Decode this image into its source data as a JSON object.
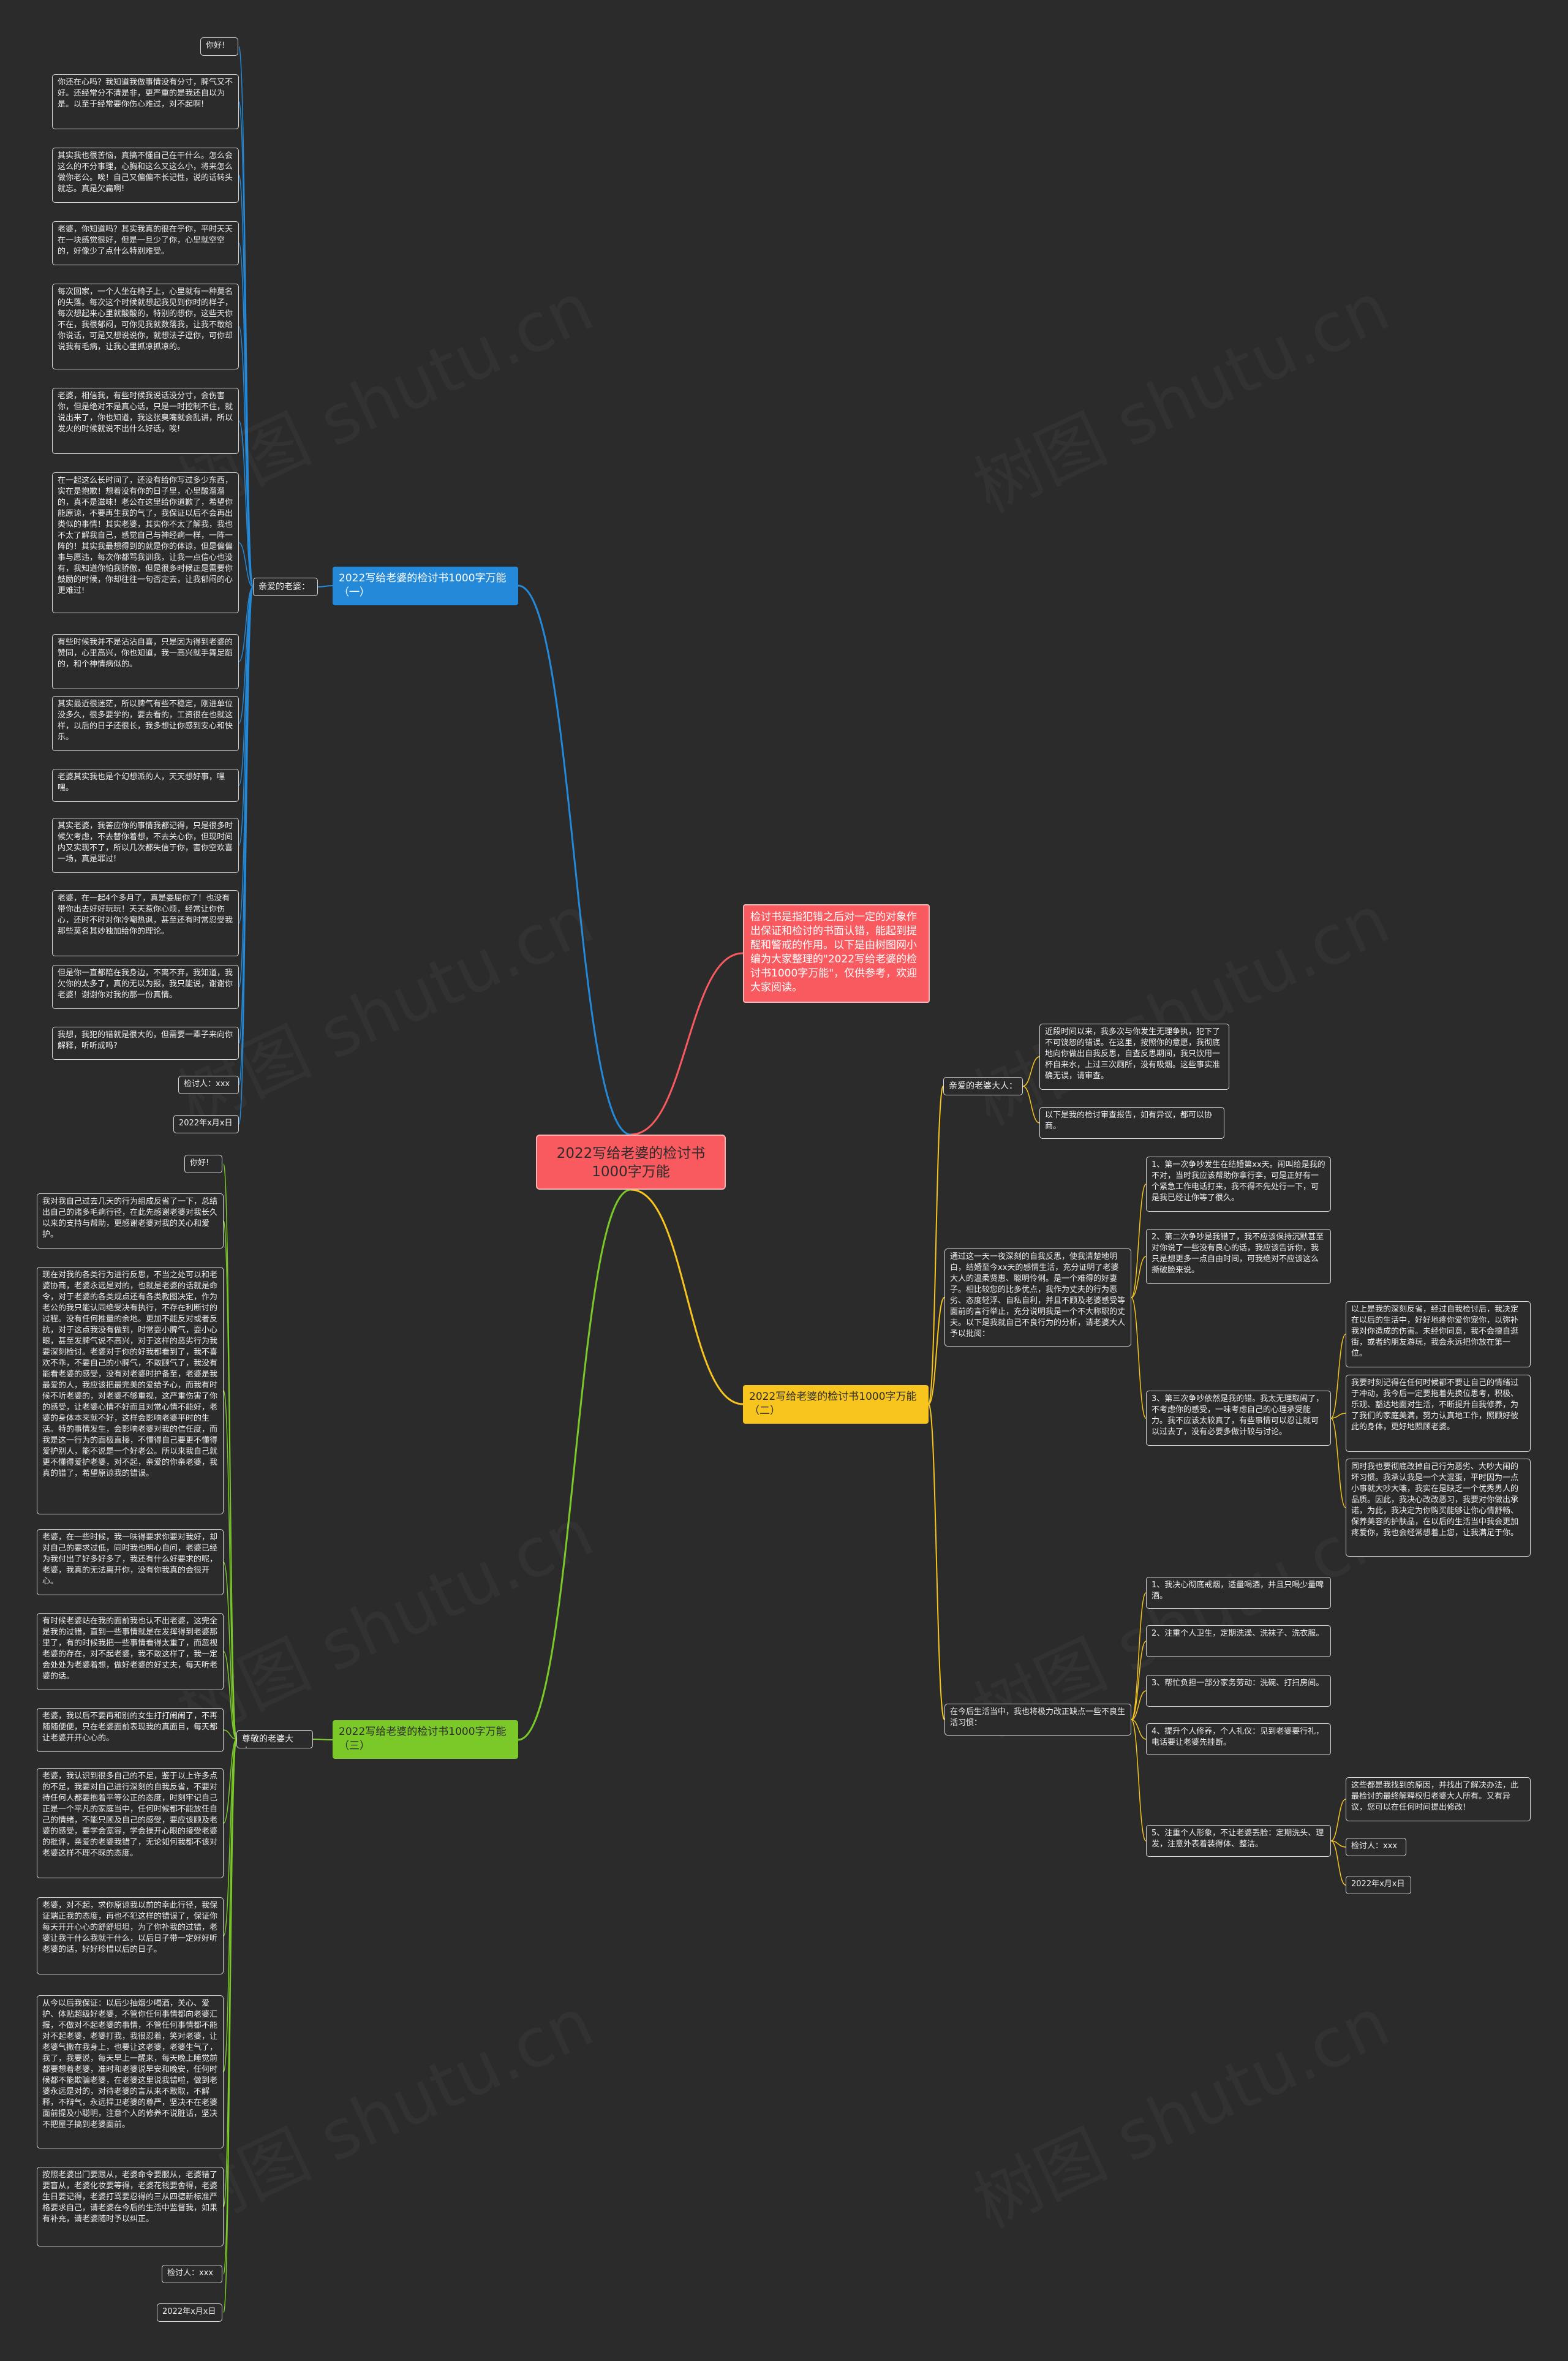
{
  "colors": {
    "background": "#2b2b2b",
    "central": "#f95a5f",
    "branch_blue": "#2389d8",
    "branch_red": "#f95a5f",
    "branch_yellow": "#f7c51e",
    "branch_green": "#7ac928",
    "leaf_border": "#d9d9d9"
  },
  "central": "2022写给老婆的检讨书1000字万能",
  "branch1": {
    "title": "2022写给老婆的检讨书1000字万能（一）",
    "sub": "亲爱的老婆：",
    "greeting": "你好!",
    "items": [
      "你还在心吗？我知道我做事情没有分寸，脾气又不好。还经常分不清是非，更严重的是我还自以为是。以至于经常要你伤心难过，对不起啊!",
      "其实我也很苦恼，真搞不懂自己在干什么。怎么会这么的不分事理，心胸和这么又这么小，将来怎么做你老公。唉！自己又偏偏不长记性，说的话转头就忘。真是欠扁啊!",
      "老婆，你知道吗？其实我真的很在乎你，平时天天在一块感觉很好，但是一旦少了你，心里就空空的，好像少了点什么特别难受。",
      "每次回家，一个人坐在椅子上，心里就有一种莫名的失落。每次这个时候就想起我见到你时的样子，每次想起来心里就酸酸的，特别的想你，这些天你不在，我很郁闷，可你见我就数落我，让我不敢给你说话，可是又想说说你，就想法子逗你，可你却说我有毛病，让我心里抓凉抓凉的。",
      "老婆，相信我，有些时候我说话没分寸，会伤害你，但是绝对不是真心话，只是一时控制不住，就说出来了，你也知道，我这张臭嘴就会乱讲，所以发火的时候就说不出什么好话，唉!",
      "在一起这么长时间了，还没有给你写过多少东西，实在是抱歉！想着没有你的日子里，心里酸溜溜的，真不是滋味！老公在这里给你道歉了，希望你能原谅，不要再生我的气了，我保证以后不会再出类似的事情！其实老婆，其实你不太了解我，我也不太了解我自己，感觉自己与神经病一样，一阵一阵的！其实我最想得到的就是你的体谅，但是偏偏事与愿违，每次你都骂我训我，让我一点信心也没有，我知道你怕我骄傲，但是很多时候正是需要你鼓励的时候，你却往往一句否定去，让我郁闷的心更难过!",
      "有些时候我并不是沾沾自喜，只是因为得到老婆的赞同，心里高兴，你也知道，我一高兴就手舞足蹈的，和个神情病似的。",
      "其实最近很迷茫，所以脾气有些不稳定，刚进单位没多久，很多要学的，要去看的，工资很在也就这样，以后的日子还很长，我多想让你感到安心和快乐。",
      "老婆其实我也是个幻想派的人，天天想好事，嘿嘿。",
      "其实老婆，我答应你的事情我都记得，只是很多时候欠考虑，不去替你着想，不去关心你，但现时间内又实现不了，所以几次都失信于你，害你空欢喜一场，真是罪过!",
      "老婆，在一起4个多月了，真是委屈你了！也没有带你出去好好玩玩！天天惹你心烦，经常让你伤心，还时不时对你冷嘲热讽，甚至还有时常忍受我那些莫名其妙独加给你的理论。",
      "但是你一直都陪在我身边，不离不弃，我知道，我欠你的太多了，真的无以为报，我只能说，谢谢你老婆！谢谢你对我的那一份真情。",
      "我想，我犯的错就是很大的，但需要一辈子来向你解释，听听成吗?"
    ],
    "sign": "检讨人：xxx",
    "date": "2022年x月x日"
  },
  "branch_intro": {
    "text": "检讨书是指犯错之后对一定的对象作出保证和检讨的书面认错，能起到提醒和警戒的作用。以下是由树图网小编为大家整理的\"2022写给老婆的检讨书1000字万能\"，仅供参考，欢迎大家阅读。"
  },
  "branch2": {
    "title": "2022写给老婆的检讨书1000字万能（二）",
    "sub1": {
      "label": "亲爱的老婆大人：",
      "items": [
        "近段时间以来，我多次与你发生无理争执，犯下了不可饶恕的错误。在这里，按照你的意愿，我彻底地向你做出自我反思，自查反思期间，我只饮用一杯自来水，上过三次厕所，没有吸烟。这些事实准确无误，请审查。",
        "以下是我的检讨审查报告，如有异议，都可以协商。"
      ]
    },
    "sub2": {
      "label": "通过这一天一夜深刻的自我反思，使我清楚地明白，结婚至今xx天的感情生活，充分证明了老婆大人的温柔贤惠、聪明伶俐。是一个难得的好妻子。相比较您的比多优点，我作为丈夫的行为恶劣、态度轻浮、自私自利，并且不顾及老婆感受等面前的言行举止，充分说明我是一个不大称职的丈夫。以下是我就自己不良行为的分析，请老婆大人予以批阅：",
      "items": [
        "1、第一次争吵发生在结婚第xx天。闹叫给是我的不对，当时我应该帮助你拿行李，可是正好有一个紧急工作电话打来，我不得不先处行一下，可是我已经让你等了很久。",
        "2、第二次争吵是我错了，我不应该保持沉默甚至对你说了一些没有良心的话，我应该告诉你，我只是想更多一点自由时间，可我绝对不应该这么撕破脸来说。",
        "3、第三次争吵依然是我的错。我太无理取闹了，不考虑你的感受，一味考虑自己的心理承受能力。我不应该太较真了，有些事情可以忍让就可以过去了，没有必要多做计较与讨论。"
      ],
      "deep": [
        "以上是我的深刻反省，经过自我检讨后，我决定在以后的生活中，好好地疼你爱你宠你，以弥补我对你造成的伤害。未经你同意，我不会擅自逛街，或者约朋友游玩，我会永远把你放在第一位。",
        "我要时刻记得在任何时候都不要让自己的情绪过于冲动，我今后一定要拖着先换位思考，积极、乐观、豁达地面对生活，不断提升自我修养，为了我们的家庭美满，努力认真地工作，照顾好彼此的身体，更好地照顾老婆。",
        "同时我也要彻底改掉自己行为恶劣、大吵大闹的坏习惯。我承认我是一个大混蛋，平时因为一点小事就大吵大嚷，我实在是缺乏一个优秀男人的品质。因此，我决心改改恶习，我要对你做出承诺，为此，我决定为你购买能够让你心情舒畅、保养美容的护肤品，在以后的生活当中我会更加疼爱你，我也会经常想着上您，让我满足于你。"
      ]
    },
    "sub3": {
      "label": "在今后生活当中，我也将极力改正缺点一些不良生活习惯：",
      "items": [
        "1、我决心彻底戒烟，适量喝酒，并且只喝少量啤酒。",
        "2、注重个人卫生，定期洗澡、洗袜子、洗衣服。",
        "3、帮忙负担一部分家务劳动：洗碗、打扫房间。",
        "4、提升个人修养，个人礼仪：见到老婆要行礼，电话要让老婆先挂断。",
        "5、注重个人形象，不让老婆丢脸：定期洗头、理发，注意外表着装得体、整洁。"
      ],
      "closing": "这些都是我找到的原因，并找出了解决办法，此最检讨的最终解释权归老婆大人所有。又有异议，您可以在任何时间提出修改!",
      "sign": "检讨人：xxx",
      "date": "2022年x月x日"
    }
  },
  "branch3": {
    "title": "2022写给老婆的检讨书1000字万能（三）",
    "sub": "尊敬的老婆大人：",
    "greeting": "你好!",
    "items": [
      "我对我自己过去几天的行为组成反省了一下，总结出自己的诸多毛病行径，在此先感谢老婆对我长久以来的支持与帮助，更感谢老婆对我的关心和爱护。",
      "现在对我的各类行为进行反思，不当之处可以和老婆协商，老婆永远是对的，也就是老婆的话就是命令，对于老婆的各类规点还有各类教图决定，作为老公的我只能认同绝受决有执行，不存在利断讨的过程。没有任何推量的余地。更加不能反对或者反抗，对于这点我没有做到，时常耍小脾气，耍小心眼，甚至发脾气说不高兴，对于这样的恶劣行为我要深刻检讨。老婆对于你的好我都看到了，我不喜欢不乖，不要自己的小脾气，不敢顾气了，我没有能看老婆的感受，没有对老婆时护备至，老婆是我最爱的人，我应该把最完美的爱给予心，而我有时候不听老婆的，对老婆不够重视，这严重伤害了你的感受，让老婆心情不好而且对常心情不能好，老婆的身体本来就不好，这样会影响老婆平时的生活。特的事情发生，会影响老婆对我的信任度，而我是这一行为的面极直接，不懂得自己要更不懂得爱护别人，能不说是一个好老公。所以来我自己就更不懂得爱护老婆，对不起，亲爱的你亲老婆，我真的错了，希望原谅我的错误。",
      "老婆，在一些时候，我一味得要求你要对我好，却对自己的要求过低，同时我也明心自问，老婆已经为我付出了好多好多了，我还有什么好要求的呢，老婆，我真的无法离开你，没有你我真的会很开心。",
      "有时候老婆站在我的面前我也认不出老婆，这完全是我的过错，直到一些事情就是在发挥得到老婆那里了，有的时候我把一些事情看得太重了，而忽视老婆的存在，对不起老婆，我不敢这样了，我一定会处处为老婆着想，做好老婆的好丈夫，每天听老婆的话。",
      "老婆，我以后不要再和别的女生打打闹闹了，不再随随便便，只在老婆面前表现我的真面目，每天都让老婆开开心心的。",
      "老婆，我认识到很多自己的不足，鉴于以上许多点的不足，我要对自己进行深刻的自我反省，不要对待任何人都要抱着平等公正的态度，时刻牢记自己正是一个平凡的家庭当中，任何时候都不能放任自己的情绪，不能只顾及自己的感受，要应该顾及老婆的感受，要学会宽容，学会操开心眼的接受老婆的批评，亲爱的老婆我错了，无论如何我都不该对老婆这样不理不睬的态度。",
      "老婆，对不起，求你原谅我以前的幸此行径，我保证端正我的态度，再也不犯这样的错误了，保证你每天开开心心的舒舒坦坦，为了你补我的过错，老婆让我干什么我就干什么，以后日子带一定好好听老婆的话，好好珍惜以后的日子。",
      "从今以后我保证：以后少抽烟少喝酒，关心、爱护、体贴超级好老婆，不管你任何事情都向老婆汇报，不做对不起老婆的事情，不管任何事情都不能对不起老婆，老婆打我，我很忍着，笑对老婆，让老婆气撒在我身上，也要让这老婆，老婆生气了，我了，我要说，每天早上一醒来，每天晚上睡觉前都要想着老婆，准时和老婆说早安和晚安，任何时候都不能欺骗老婆，在老婆这里说我错啦，做到老婆永远是对的，对待老婆的言从来不敢取，不解释，不辩气，永远捍卫老婆的尊严，坚决不在老婆面前提及小聪明，注意个人的修养不说脏话，坚决不把屋子搞到老婆面前。",
      "按照老婆出门要跟从，老婆命令要服从，老婆错了要盲从，老婆化妆要等得，老婆花钱要舍得，老婆生日要记得，老婆打骂要忍得的三从四德新标准严格要求自己，请老婆在今后的生活中监督我，如果有补充，请老婆随时予以纠正。"
    ],
    "sign": "检讨人：xxx",
    "date": "2022年x月x日"
  }
}
